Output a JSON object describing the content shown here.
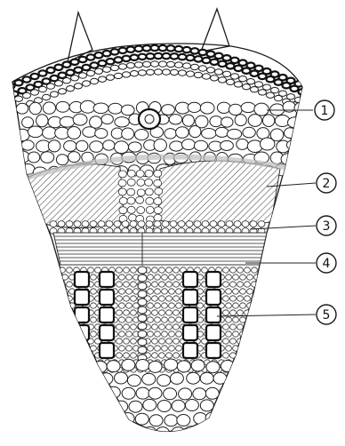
{
  "labels": [
    {
      "id": "label-1",
      "text": "1"
    },
    {
      "id": "label-2",
      "text": "2"
    },
    {
      "id": "label-3",
      "text": "3"
    },
    {
      "id": "label-4",
      "text": "4"
    },
    {
      "id": "label-5",
      "text": "5"
    }
  ],
  "colors": {
    "ink": "#1e1e1e",
    "background": "#ffffff",
    "shade": "#8a8a8a",
    "band": "#cfcfcf"
  }
}
